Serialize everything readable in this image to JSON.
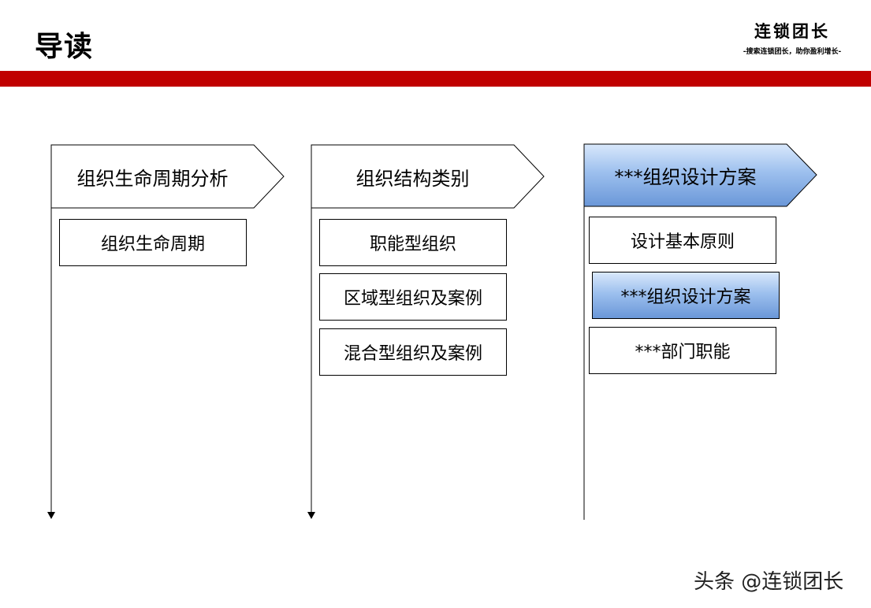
{
  "header": {
    "title": "导读",
    "brand_name": "连锁团长",
    "brand_slogan": "-搜索连锁团长，助你盈利增长-"
  },
  "columns": [
    {
      "title": "组织生命周期分析",
      "items": [
        {
          "label": "组织生命周期"
        }
      ]
    },
    {
      "title": "组织结构类别",
      "items": [
        {
          "label": "职能型组织"
        },
        {
          "label": "区域型组织及案例"
        },
        {
          "label": "混合型组织及案例"
        }
      ]
    },
    {
      "title": "***组织设计方案",
      "items": [
        {
          "label": "设计基本原则"
        },
        {
          "label": "***组织设计方案"
        },
        {
          "label": "***部门职能"
        }
      ]
    }
  ],
  "watermark": "头条 @连锁团长",
  "colors": {
    "accent_red": "#c00000",
    "highlight_blue": "#6a97d8"
  }
}
